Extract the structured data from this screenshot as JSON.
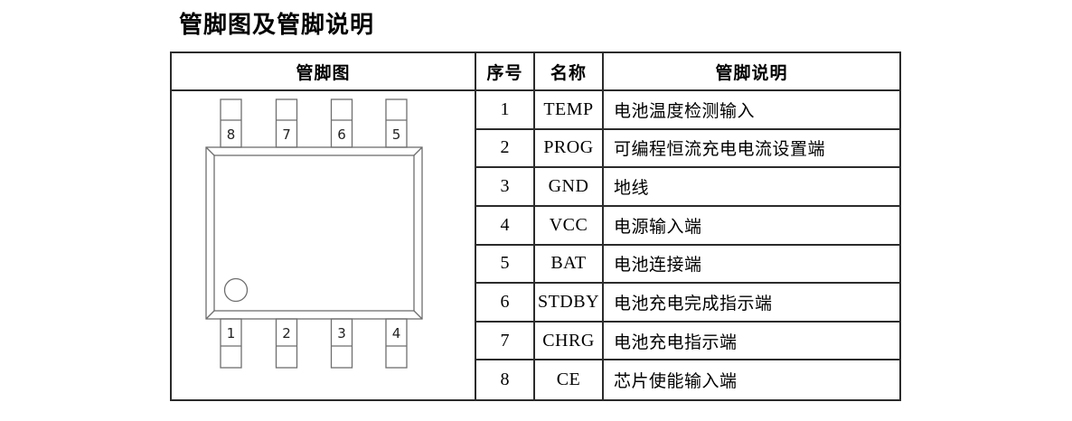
{
  "page": {
    "title": "管脚图及管脚说明"
  },
  "colors": {
    "table_border": "#2b2b2b",
    "chip_line": "#6e6e6e",
    "text": "#000000",
    "background": "#ffffff"
  },
  "table": {
    "headers": {
      "diagram": "管脚图",
      "number": "序号",
      "name": "名称",
      "description": "管脚说明"
    },
    "rows": [
      {
        "num": "1",
        "name": "TEMP",
        "desc": "电池温度检测输入"
      },
      {
        "num": "2",
        "name": "PROG",
        "desc": "可编程恒流充电电流设置端"
      },
      {
        "num": "3",
        "name": "GND",
        "desc": "地线"
      },
      {
        "num": "4",
        "name": "VCC",
        "desc": "电源输入端"
      },
      {
        "num": "5",
        "name": "BAT",
        "desc": "电池连接端"
      },
      {
        "num": "6",
        "name": "STDBY",
        "desc": "电池充电完成指示端"
      },
      {
        "num": "7",
        "name": "CHRG",
        "desc": "电池充电指示端"
      },
      {
        "num": "8",
        "name": "CE",
        "desc": "芯片使能输入端"
      }
    ]
  },
  "diagram": {
    "top_pins": [
      "8",
      "7",
      "6",
      "5"
    ],
    "bottom_pins": [
      "1",
      "2",
      "3",
      "4"
    ]
  }
}
